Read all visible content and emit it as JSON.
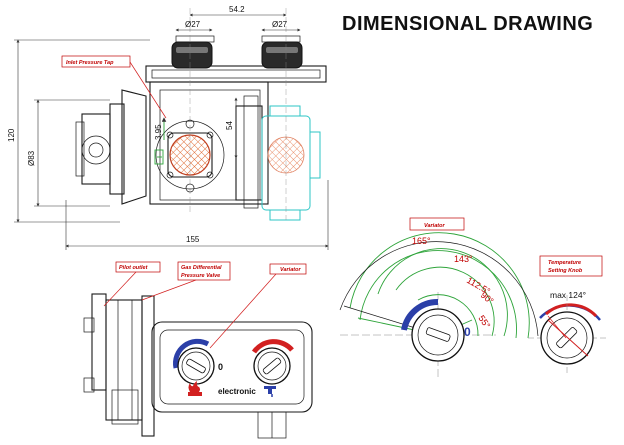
{
  "title": "DIMENSIONAL DRAWING",
  "dimensions": {
    "top_span": "54.2",
    "left_diameter": "Ø27",
    "right_diameter": "Ø27",
    "overall_height": "120",
    "body_diameter": "Ø83",
    "offset_small": "3.95",
    "offset_mid": "54",
    "overall_width": "155"
  },
  "callouts": {
    "inlet_pressure_tap": "Inlet Pressure Tap",
    "pilot_outlet": "Pilot outlet",
    "gas_differential_line1": "Gas Differential",
    "gas_differential_line2": "Pressure Valve",
    "variator_bottom": "Variator",
    "variator_right": "Variator",
    "temperature_knob_line1": "Temperature",
    "temperature_knob_line2": "Setting Knob"
  },
  "angles": [
    "165°",
    "143°",
    "112.5°",
    "90°",
    "55°"
  ],
  "angle_zero": "0",
  "max_angle": "max 124°",
  "panel": {
    "brand": "electronic",
    "knob_zero": "0"
  },
  "colors": {
    "callout_text": "#c00000",
    "dimension_green": "#2ea43a",
    "outlet_cyan": "#2cc6c6",
    "variator_blue": "#2b3fa8",
    "heat_red": "#d22020",
    "hatch_orange": "#e0703a"
  },
  "icons": [
    "flame-icon",
    "tap-icon",
    "mesh-filter-icon"
  ]
}
